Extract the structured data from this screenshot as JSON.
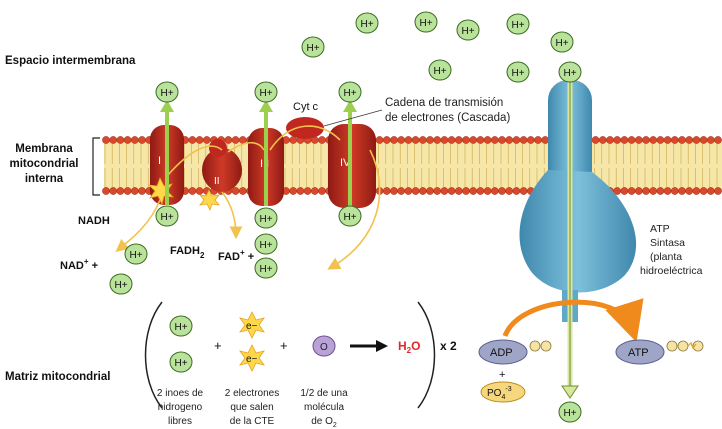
{
  "region_labels": {
    "intermembrane": "Espacio intermembrana",
    "membrane": [
      "Membrana",
      "mitocondrial",
      "interna"
    ],
    "matrix": "Matriz mitocondrial"
  },
  "proton": "H+",
  "complexes": [
    "I",
    "II",
    "III",
    "IV"
  ],
  "cyt_c": "Cyt c",
  "chain_label": [
    "Cadena de transmisión",
    "de electrones (Cascada)"
  ],
  "donors": {
    "nadh": "NADH",
    "nad_base": "NAD",
    "nad_sup": "+",
    "nad_plus": " +",
    "fadh_base": "FADH",
    "fadh_sub": "2",
    "fad_base": "FAD",
    "fad_sup": "+",
    "fad_plus": " +"
  },
  "atp_synthase_label": [
    "ATP",
    "Sintasa",
    "(planta",
    "hidroeléctrica"
  ],
  "equation": {
    "electron": "e−",
    "oxygen": "O",
    "plus": "+",
    "product_base": "H",
    "product_sub": "2",
    "product_tail": "O",
    "times": "x 2",
    "captions": [
      [
        "2 inoes de",
        "hidrogeno",
        "libres"
      ],
      [
        "2 electrones",
        "que salen",
        "de la CTE"
      ],
      [
        "1/2 de una",
        "molécula",
        "de O",
        "2"
      ]
    ]
  },
  "atp_reaction": {
    "adp": "ADP",
    "plus": "+",
    "po4_base": "PO",
    "po4_sub": "4",
    "po4_sup": "-3",
    "atp": "ATP"
  },
  "colors": {
    "proton_fill": "#b9e29a",
    "proton_stroke": "#3c6a23",
    "complex_red": "#c0281f",
    "head_red": "#d94a2e",
    "synthase_blue": "#5fa8c8",
    "arrow_green": "#9ccf4d",
    "arrow_yellow": "#f2c14e",
    "arrow_orange": "#f08a1c",
    "water_red": "#e0282a"
  }
}
